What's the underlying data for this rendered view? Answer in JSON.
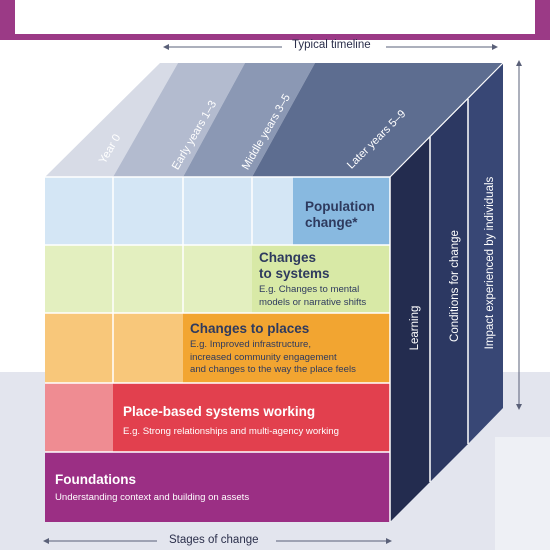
{
  "timeline_label": "Typical timeline",
  "stages_label": "Stages of change",
  "top_labels": [
    "Year 0",
    "Early years 1–3",
    "Middle years 3–5",
    "Later years 5–9"
  ],
  "side_labels": [
    "Learning",
    "Conditions for change",
    "Impact experienced by individuals"
  ],
  "layers": {
    "foundations": {
      "title": "Foundations",
      "subtitle": "Understanding context and building on assets"
    },
    "systems_working": {
      "title": "Place-based systems working",
      "subtitle": "E.g. Strong relationships and multi-agency working"
    },
    "places": {
      "title": "Changes to places",
      "subtitle_lines": [
        "E.g. Improved infrastructure,",
        "increased community engagement",
        "and changes to the way the place feels"
      ]
    },
    "systems": {
      "title_lines": [
        "Changes",
        "to systems"
      ],
      "subtitle_lines": [
        "E.g. Changes to mental",
        "models or narrative shifts"
      ]
    },
    "population": {
      "title_lines": [
        "Population",
        "change*"
      ]
    }
  },
  "colors": {
    "brand_purple": "#9b3a86",
    "population": "#88b9e0",
    "population_light": "#d4e6f5",
    "systems": "#d8e9a6",
    "places": "#f2a531",
    "places_light": "#f8c77a",
    "systems_working": "#e2404e",
    "systems_working_light": "#ef8c92",
    "foundations": "#9b2f84",
    "side_dark": "#232c4f"
  }
}
